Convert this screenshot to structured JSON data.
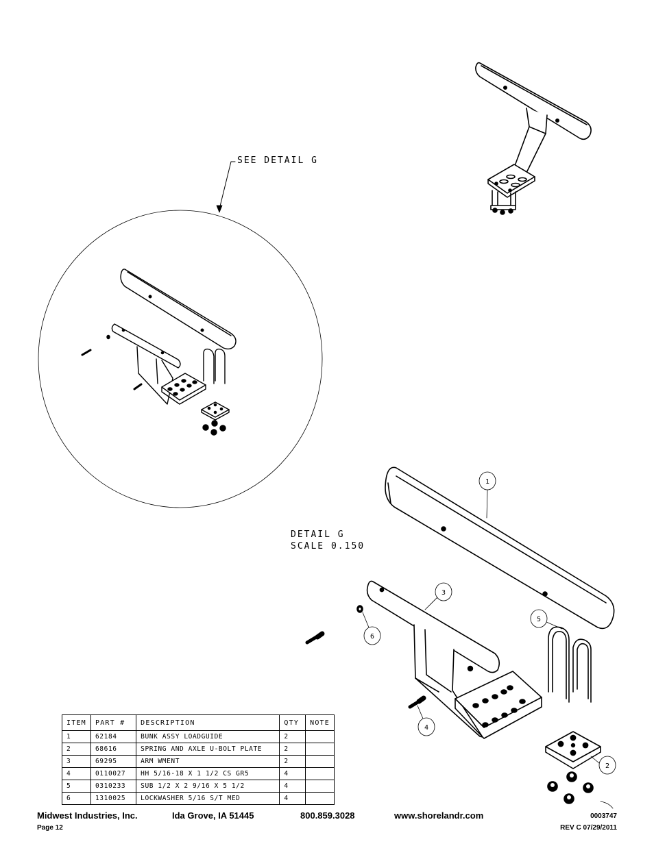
{
  "detail_callout": "SEE DETAIL G",
  "detail_title": {
    "line1": "DETAIL G",
    "line2": "SCALE 0.150"
  },
  "balloons": [
    "1",
    "3",
    "5",
    "6",
    "4",
    "2"
  ],
  "parts_table": {
    "headers": [
      "ITEM",
      "PART #",
      "DESCRIPTION",
      "QTY",
      "NOTE"
    ],
    "rows": [
      {
        "item": "1",
        "part": "62184",
        "description": "BUNK ASSY LOADGUIDE",
        "qty": "2",
        "note": ""
      },
      {
        "item": "2",
        "part": "68616",
        "description": "SPRING AND AXLE U-BOLT PLATE",
        "qty": "2",
        "note": ""
      },
      {
        "item": "3",
        "part": "69295",
        "description": "ARM WMENT",
        "qty": "2",
        "note": ""
      },
      {
        "item": "4",
        "part": "0110027",
        "description": "HH 5/16-18 X 1 1/2 CS GR5",
        "qty": "4",
        "note": ""
      },
      {
        "item": "5",
        "part": "0310233",
        "description": "SUB 1/2 X 2 9/16 X 5 1/2",
        "qty": "4",
        "note": ""
      },
      {
        "item": "6",
        "part": "1310025",
        "description": "LOCKWASHER 5/16 S/T MED",
        "qty": "4",
        "note": ""
      }
    ]
  },
  "footer": {
    "company": "Midwest Industries, Inc.",
    "location": "Ida Grove, IA 51445",
    "phone": "800.859.3028",
    "website": "www.shorelandr.com",
    "doc_number": "0003747",
    "page": "Page 12",
    "revision": "REV C 07/29/2011"
  }
}
